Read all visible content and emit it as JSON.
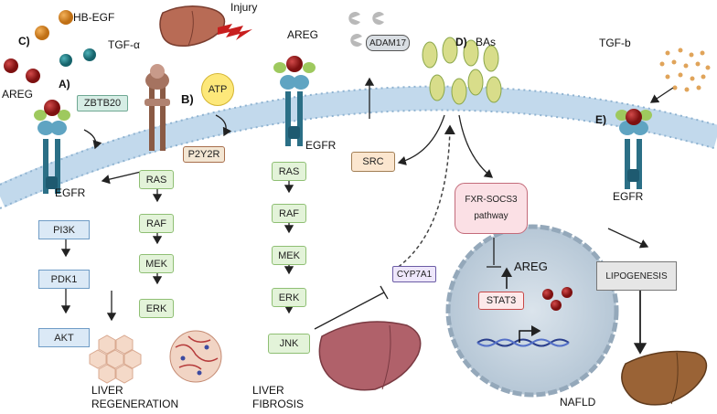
{
  "panels": {
    "a": "A)",
    "b": "B)",
    "c": "C)",
    "d": "D)",
    "e": "E)"
  },
  "ligands": {
    "hb_egf": "HB-EGF",
    "tgf_alpha": "TGF-α",
    "areg_left": "AREG",
    "areg_mid": "AREG",
    "tgf_b": "TGF-b",
    "areg_nucleus": "AREG"
  },
  "labels": {
    "injury": "Injury",
    "bas": "BAs",
    "egfr_a": "EGFR",
    "egfr_mid": "EGFR",
    "egfr_e": "EGFR"
  },
  "boxes": {
    "zbtb20": "ZBTB20",
    "atp": "ATP",
    "p2y2r": "P2Y2R",
    "adam17": "ADAM17",
    "src": "SRC",
    "fxr": "FXR-SOCS3\npathway",
    "cyp7a1": "CYP7A1",
    "stat3": "STAT3",
    "lipogenesis": "LIPOGENESIS"
  },
  "pathway_a": [
    "PI3K",
    "PDK1",
    "AKT"
  ],
  "pathway_b": [
    "RAS",
    "RAF",
    "MEK",
    "ERK"
  ],
  "pathway_mid": [
    "RAS",
    "RAF",
    "MEK",
    "ERK",
    "JNK"
  ],
  "outcomes": {
    "regeneration": "LIVER\nREGENERATION",
    "fibrosis": "LIVER\nFIBROSIS",
    "nafld": "NAFLD"
  },
  "colors": {
    "membrane": "#c2d9ec",
    "membrane_dots": "#7fa7c8",
    "egfr_teal": "#2b6f86",
    "ligand_red": "#9c1b1b",
    "liver": "#a8564a"
  }
}
